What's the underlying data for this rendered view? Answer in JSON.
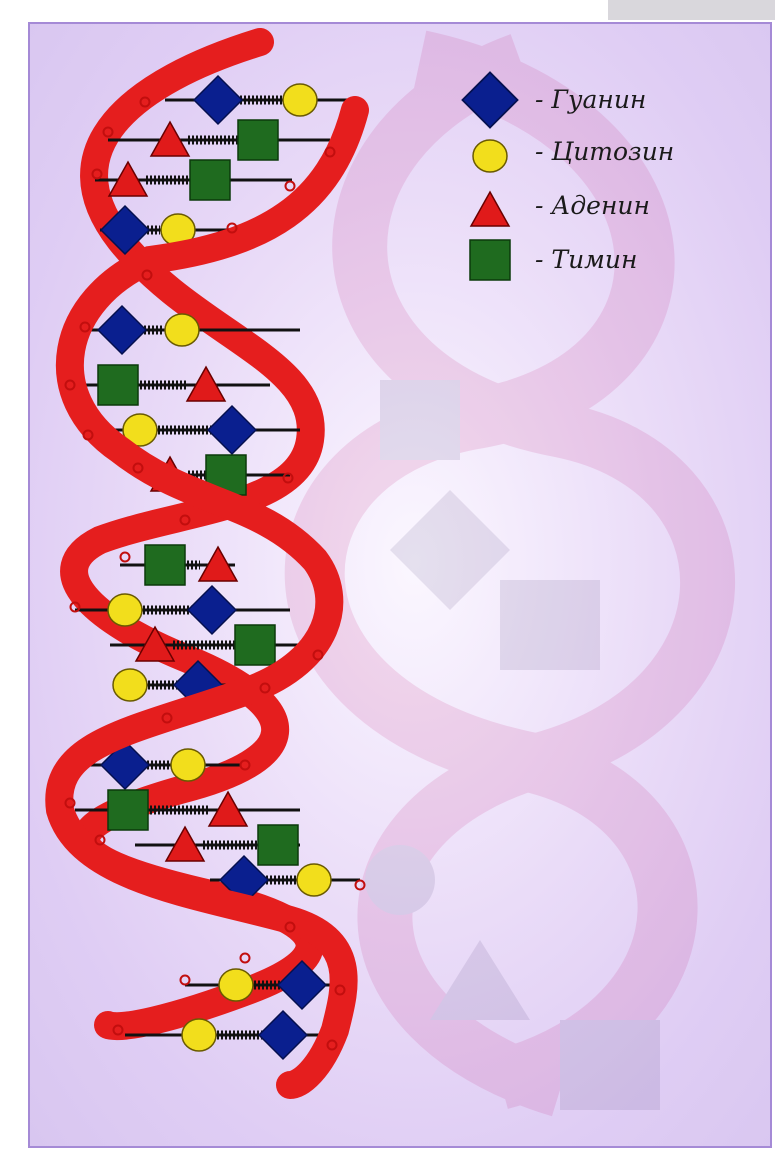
{
  "legend": {
    "items": [
      {
        "symbol": "diamond",
        "label": "- Гуанин",
        "color": "#0a1f8f"
      },
      {
        "symbol": "circle",
        "label": "- Цитозин",
        "color": "#f2de1c"
      },
      {
        "symbol": "triangle",
        "label": "- Аденин",
        "color": "#e01a1a"
      },
      {
        "symbol": "square",
        "label": "- Тимин",
        "color": "#1f6b1f"
      }
    ]
  },
  "colors": {
    "strand": "#e51e1e",
    "strand_dot": "#c20e0e",
    "border": "#a58ad6"
  },
  "base_pairs": [
    [
      "diamond",
      "circle"
    ],
    [
      "triangle",
      "square"
    ],
    [
      "triangle",
      "square"
    ],
    [
      "diamond",
      "circle"
    ],
    [
      "diamond",
      "circle"
    ],
    [
      "square",
      "triangle"
    ],
    [
      "circle",
      "diamond"
    ],
    [
      "triangle",
      "square"
    ],
    [
      "square",
      "triangle"
    ],
    [
      "circle",
      "diamond"
    ],
    [
      "triangle",
      "square"
    ],
    [
      "circle",
      "diamond"
    ],
    [
      "diamond",
      "circle"
    ],
    [
      "square",
      "triangle"
    ],
    [
      "triangle",
      "square"
    ],
    [
      "diamond",
      "circle"
    ],
    [
      "circle",
      "diamond"
    ],
    [
      "circle",
      "diamond"
    ]
  ]
}
